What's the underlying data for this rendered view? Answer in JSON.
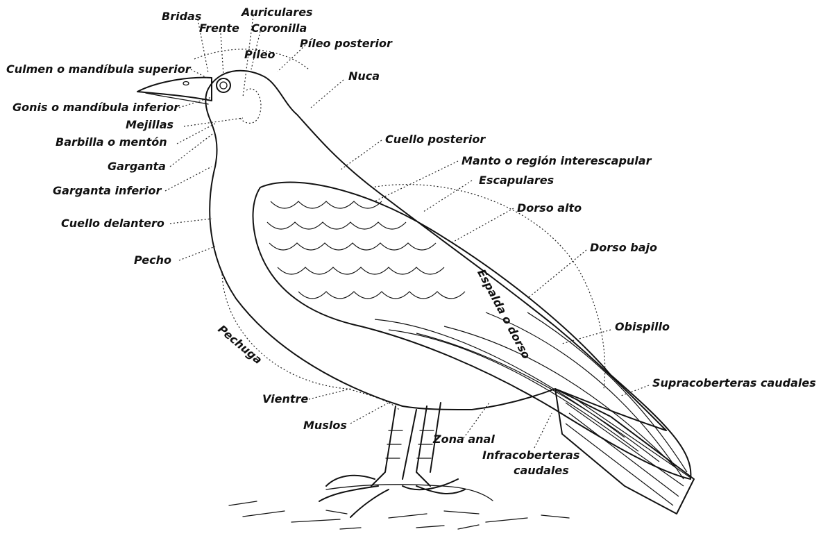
{
  "labels": {
    "bridas": "Bridas",
    "auriculares": "Auriculares",
    "frente": "Frente",
    "coronilla": "Coronilla",
    "pileo": "Píleo",
    "pileo_posterior": "Píleo posterior",
    "culmen": "Culmen o mandíbula superior",
    "nuca": "Nuca",
    "gonis": "Gonis o mandíbula inferior",
    "mejillas": "Mejillas",
    "barbilla": "Barbilla o mentón",
    "cuello_posterior": "Cuello posterior",
    "garganta": "Garganta",
    "manto": "Manto o región interescapular",
    "escapulares": "Escapulares",
    "garganta_inferior": "Garganta inferior",
    "dorso_alto": "Dorso alto",
    "cuello_delantero": "Cuello delantero",
    "espalda": "Espalda o dorso",
    "dorso_bajo": "Dorso bajo",
    "pecho": "Pecho",
    "obispillo": "Obispillo",
    "pechuga": "Pechuga",
    "supracoberteras": "Supracoberteras caudales",
    "vientre": "Vientre",
    "muslos": "Muslos",
    "zona_anal": "Zona anal",
    "infracoberteras_1": "Infracoberteras",
    "infracoberteras_2": "caudales"
  }
}
